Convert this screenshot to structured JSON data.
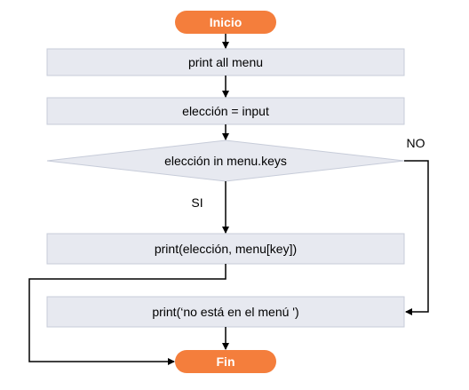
{
  "colors": {
    "terminal": "#f47e3c",
    "process_fill": "#e7e9f0",
    "process_stroke": "#c7ccd9",
    "line": "#000000"
  },
  "flowchart": {
    "start_label": "Inicio",
    "steps": [
      {
        "text": "print all menu"
      },
      {
        "text": "elección = input"
      }
    ],
    "decision": {
      "text": "elección in menu.keys",
      "yes_label": "SI",
      "no_label": "NO"
    },
    "yes_step": {
      "text": "print(elección, menu[key])"
    },
    "no_step": {
      "text": "print(‘no está en el menú ')"
    },
    "end_label": "Fin"
  }
}
